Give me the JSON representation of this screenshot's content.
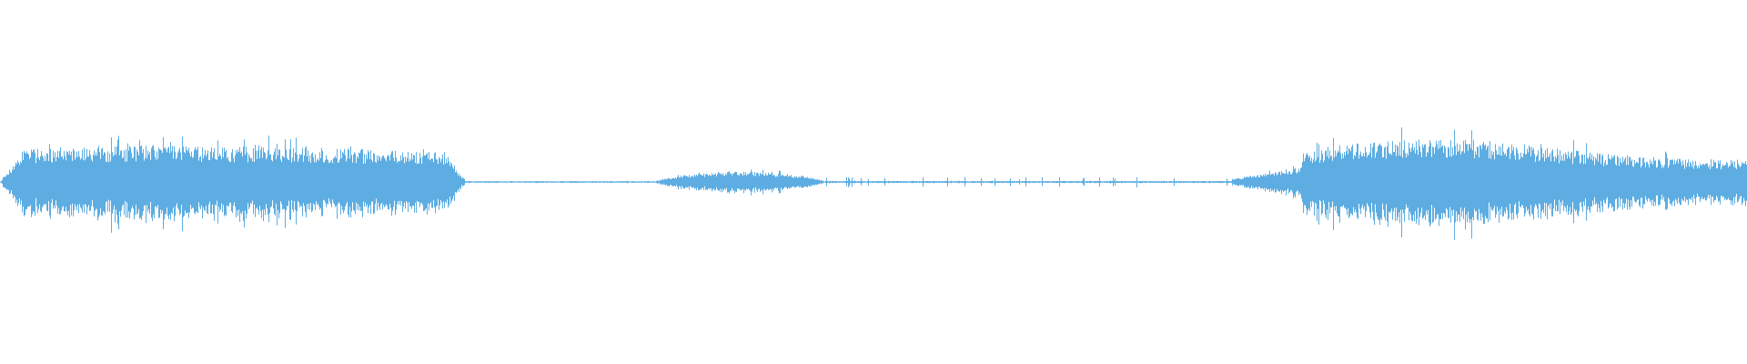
{
  "waveform": {
    "color": "#5dade2",
    "background": "#ffffff",
    "segments": [
      {
        "start": 0.0,
        "end": 0.266,
        "level": 0.42,
        "shape": "plateau"
      },
      {
        "start": 0.266,
        "end": 0.375,
        "level": 0.01,
        "shape": "flat"
      },
      {
        "start": 0.375,
        "end": 0.472,
        "level": 0.12,
        "shape": "lens"
      },
      {
        "start": 0.472,
        "end": 0.705,
        "level": 0.02,
        "shape": "sparse"
      },
      {
        "start": 0.705,
        "end": 0.745,
        "level": 0.18,
        "shape": "ramp"
      },
      {
        "start": 0.745,
        "end": 1.0,
        "level": 0.46,
        "shape": "burst"
      }
    ]
  }
}
